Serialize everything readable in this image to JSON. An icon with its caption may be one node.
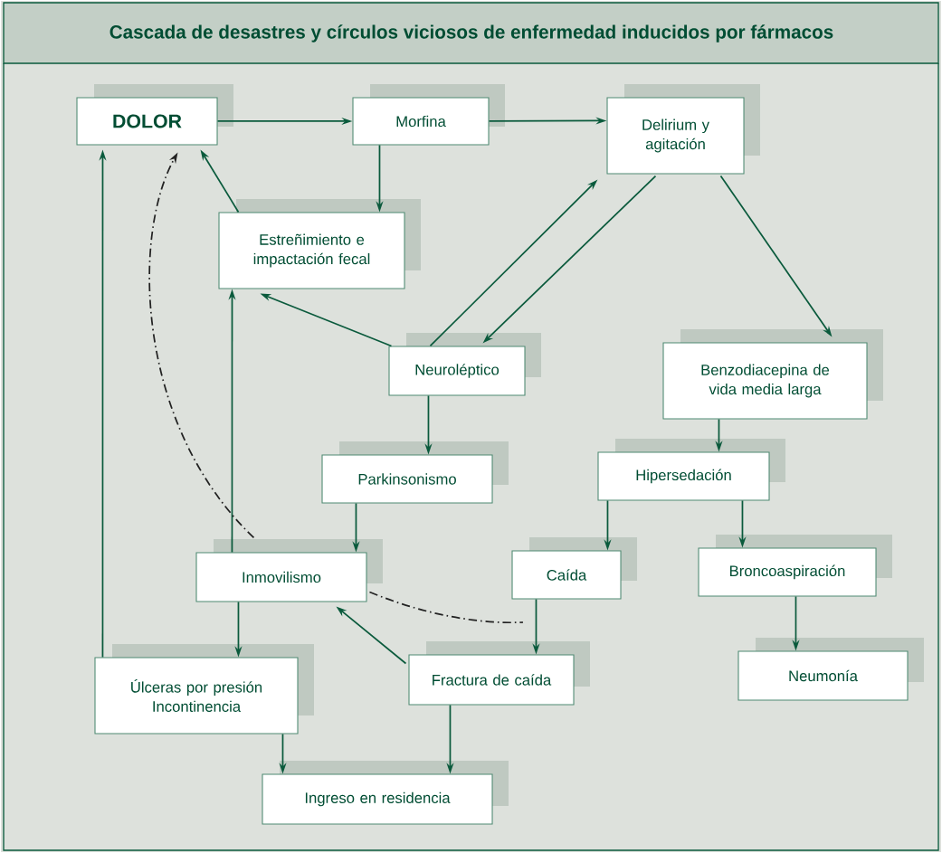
{
  "diagram": {
    "title": "Cascada de desastres y círculos viciosos de enfermedad inducidos por fármacos",
    "nodes": [
      {
        "text": [
          "DOLOR"
        ]
      },
      {
        "text": [
          "Morfina"
        ]
      },
      {
        "text": [
          "Delirium y agitación"
        ]
      },
      {
        "text": [
          "Estreñimiento e impactación fecal"
        ]
      },
      {
        "text": [
          "Neuroléptico"
        ]
      },
      {
        "text": [
          "Benzodiacepina de vida media larga"
        ]
      },
      {
        "text": [
          "Parkinsonismo"
        ]
      },
      {
        "text": [
          "Hipersedación"
        ]
      },
      {
        "text": [
          "Inmovilismo"
        ]
      },
      {
        "text": [
          "Caída"
        ]
      },
      {
        "text": [
          "Broncoaspiración"
        ]
      },
      {
        "text": [
          "Fractura de caída"
        ]
      },
      {
        "text": [
          "Úlceras por presión",
          "Incontinencia"
        ]
      },
      {
        "text": [
          "Neumonía"
        ]
      },
      {
        "text": [
          "Ingreso en residencia"
        ]
      }
    ],
    "edges": [
      {
        "from": 0,
        "to": 1,
        "arrow": "to"
      },
      {
        "from": 1,
        "to": 2,
        "arrow": "to"
      },
      {
        "from": 1,
        "to": 3,
        "arrow": "to"
      },
      {
        "from": 3,
        "to": 0,
        "arrow": "to"
      },
      {
        "from": 4,
        "to": 2,
        "arrow": "to"
      },
      {
        "from": 2,
        "to": 4,
        "arrow": "to"
      },
      {
        "from": 4,
        "to": 3,
        "arrow": "to"
      },
      {
        "from": 2,
        "to": 5,
        "arrow": "to"
      },
      {
        "from": 4,
        "to": 6,
        "arrow": "to"
      },
      {
        "from": 5,
        "to": 7,
        "arrow": "to"
      },
      {
        "from": 6,
        "to": 8,
        "arrow": "to"
      },
      {
        "from": 7,
        "to": 9,
        "arrow": "to"
      },
      {
        "from": 7,
        "to": 10,
        "arrow": "to"
      },
      {
        "from": 10,
        "to": 13,
        "arrow": "to"
      },
      {
        "from": 9,
        "to": 11,
        "arrow": "to"
      },
      {
        "from": 11,
        "to": 8,
        "arrow": "to"
      },
      {
        "from": 8,
        "to": 3,
        "arrow": "to"
      },
      {
        "from": 8,
        "to": 12,
        "arrow": "to"
      },
      {
        "from": 12,
        "to": 0,
        "arrow": "to"
      },
      {
        "from": 12,
        "to": 14,
        "arrow": "to"
      },
      {
        "from": 11,
        "to": 14,
        "arrow": "to"
      },
      {
        "from": 8,
        "to": 0,
        "arrow": "to",
        "style": "dashed",
        "color": "#222222"
      },
      {
        "from": 8,
        "to": null,
        "arrow": "none",
        "style": "dashed",
        "color": "#222222"
      }
    ]
  }
}
